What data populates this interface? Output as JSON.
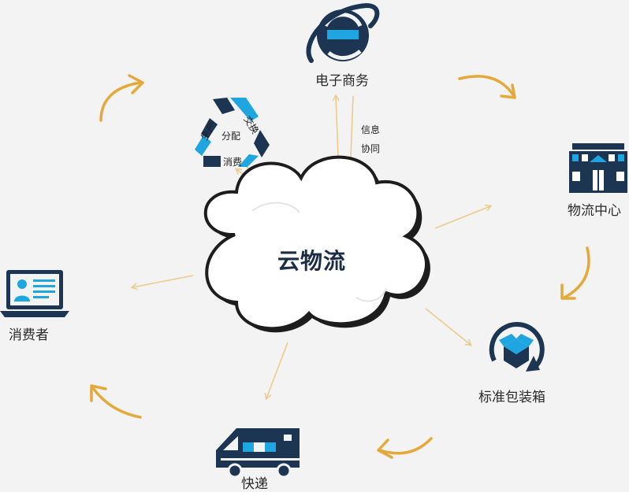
{
  "center": {
    "label": "云物流"
  },
  "nodes": {
    "ecommerce": {
      "label": "电子商务"
    },
    "logistics_center": {
      "label": "物流中心"
    },
    "packaging": {
      "label": "标准包装箱"
    },
    "express": {
      "label": "快递"
    },
    "consumer": {
      "label": "消费者"
    }
  },
  "info_link": {
    "line1": "信息",
    "line2": "协同"
  },
  "cycle": {
    "items": [
      "生产",
      "交换",
      "分配",
      "消费"
    ]
  },
  "colors": {
    "navy": "#1c3553",
    "cyan": "#1fa6e0",
    "arrow": "#e5a93a",
    "thin_arrow": "#eccb8a"
  }
}
